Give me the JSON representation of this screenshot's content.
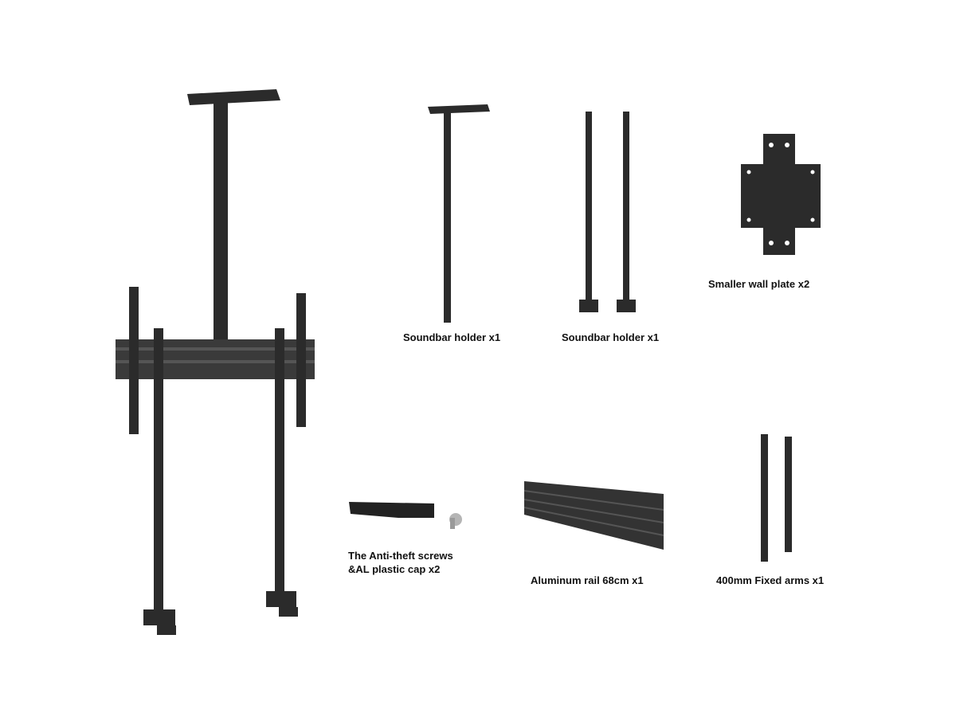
{
  "labels": {
    "soundbar_holder_1": "Soundbar holder x1",
    "soundbar_holder_2": "Soundbar holder x1",
    "wall_plate": "Smaller wall plate x2",
    "anti_theft_line1": "The Anti-theft screws",
    "anti_theft_line2": "&AL plastic cap x2",
    "rail": "Aluminum rail 68cm x1",
    "fixed_arms": "400mm Fixed arms x1"
  },
  "colors": {
    "metal": "#2b2b2b",
    "metal_light": "#4a4a4a",
    "screw": "#b5b5b5"
  }
}
